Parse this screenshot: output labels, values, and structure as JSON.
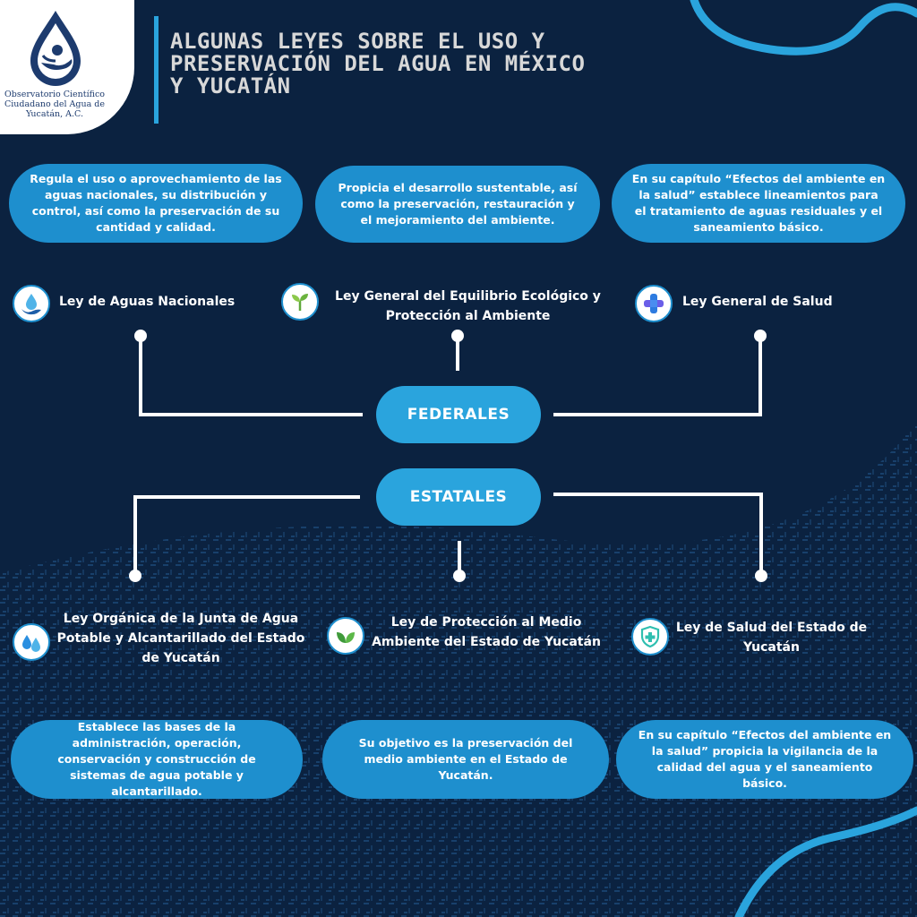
{
  "logo": {
    "text": "Observatorio Científico Ciudadano del Agua de Yucatán, A.C."
  },
  "title": "ALGUNAS LEYES SOBRE EL USO Y PRESERVACIÓN DEL AGUA EN MÉXICO Y YUCATÁN",
  "federal": {
    "label": "FEDERALES",
    "laws": [
      {
        "name": "Ley de Aguas Nacionales",
        "icon": "water-hands-icon",
        "description": "Regula el uso o aprovechamiento de las aguas nacionales, su distribución y control, así como la preservación de su cantidad y calidad."
      },
      {
        "name": "Ley General del Equilibrio Ecológico y Protección al Ambiente",
        "icon": "sprout-icon",
        "description": "Propicia el desarrollo sustentable, así como la preservación, restauración y el mejoramiento del ambiente."
      },
      {
        "name": "Ley General de Salud",
        "icon": "medical-cross-icon",
        "description": "En su capítulo “Efectos del ambiente en la salud” establece lineamientos para el tratamiento de aguas residuales y el saneamiento básico."
      }
    ]
  },
  "state": {
    "label": "ESTATALES",
    "laws": [
      {
        "name": "Ley Orgánica de la Junta de Agua Potable y Alcantarillado del Estado de  Yucatán",
        "icon": "water-drops-icon",
        "description": "Establece las bases de la administración, operación, conservación y construcción de sistemas de agua potable y alcantarillado."
      },
      {
        "name": "Ley de Protección al Medio Ambiente del Estado de Yucatán",
        "icon": "leaves-icon",
        "description": "Su objetivo es la preservación del medio ambiente en el Estado de Yucatán."
      },
      {
        "name": "Ley de Salud del Estado de Yucatán",
        "icon": "health-shield-icon",
        "description": "En su capítulo “Efectos del ambiente en la salud” propicia la vigilancia de la calidad del agua y el saneamiento básico."
      }
    ]
  },
  "colors": {
    "background": "#0b2240",
    "pill": "#1e8fce",
    "hub": "#2aa4dd",
    "line": "#ffffff"
  }
}
